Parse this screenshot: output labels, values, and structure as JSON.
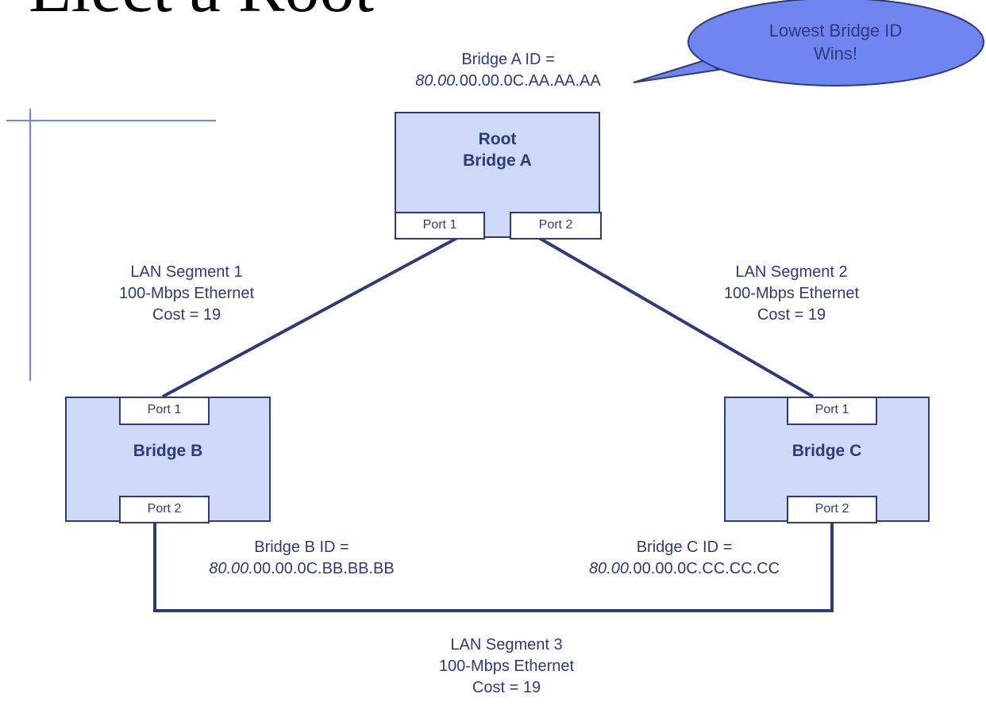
{
  "title": "Elect a Root",
  "callout": {
    "line1": "Lowest Bridge ID",
    "line2": "Wins!"
  },
  "bridges": {
    "a": {
      "role": "Root",
      "name": "Bridge A",
      "id_label": "Bridge A ID =",
      "id_prefix": "80.00.",
      "id_mac": "00.00.0C.AA.AA.AA",
      "port1": "Port 1",
      "port2": "Port 2"
    },
    "b": {
      "name": "Bridge B",
      "id_label": "Bridge B ID =",
      "id_prefix": "80.00.",
      "id_mac": "00.00.0C.BB.BB.BB",
      "port1": "Port 1",
      "port2": "Port 2"
    },
    "c": {
      "name": "Bridge C",
      "id_label": "Bridge C ID =",
      "id_prefix": "80.00.",
      "id_mac": "00.00.0C.CC.CC.CC",
      "port1": "Port 1",
      "port2": "Port 2"
    }
  },
  "segments": [
    {
      "name": "LAN Segment 1",
      "type": "100-Mbps Ethernet",
      "cost": "Cost = 19"
    },
    {
      "name": "LAN Segment 2",
      "type": "100-Mbps Ethernet",
      "cost": "Cost = 19"
    },
    {
      "name": "LAN Segment 3",
      "type": "100-Mbps Ethernet",
      "cost": "Cost = 19"
    }
  ],
  "colors": {
    "line": "#2e3a7e",
    "box_fill": "#cfd9f8",
    "bubble_fill": "#6f86f0",
    "crosshair": "#6f86f0"
  }
}
